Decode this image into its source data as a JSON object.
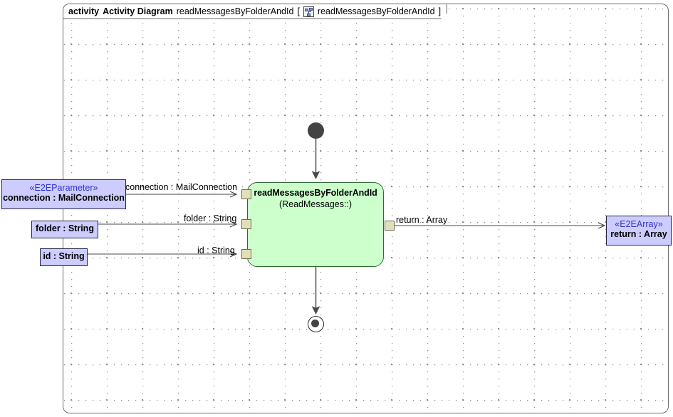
{
  "frame": {
    "keyword": "activity",
    "type_label": "Activity Diagram",
    "name": "readMessagesByFolderAndId",
    "bracket_open": "[",
    "bracket_close": "]",
    "icon_name": "activity-diagram-icon",
    "tab_inner_name": "readMessagesByFolderAndId"
  },
  "activity": {
    "title": "readMessagesByFolderAndId",
    "subtitle": "(ReadMessages::)",
    "fill_color": "#ccffcc",
    "border_color": "#2e6b33"
  },
  "nodes": {
    "initial_name": "initial-node",
    "final_name": "activity-final-node"
  },
  "parameters": {
    "connection": {
      "stereotype": "«E2EParameter»",
      "name": "connection : MailConnection"
    },
    "folder": {
      "name": "folder : String"
    },
    "id": {
      "name": "id : String"
    },
    "return": {
      "stereotype": "«E2EArray»",
      "name": "return : Array"
    },
    "fill_color": "#ccccff",
    "border_color": "#25253f",
    "stereotype_color": "#3333cc"
  },
  "edges": {
    "connection_label": "connection : MailConnection",
    "folder_label": "folder : String",
    "id_label": "id : String",
    "return_label": "return : Array"
  },
  "pins": {
    "fill_color": "#e0e0b8",
    "border_color": "#6b6b50",
    "input_connection": "input-pin-connection",
    "input_folder": "input-pin-folder",
    "input_id": "input-pin-id",
    "output_return": "output-pin-return"
  }
}
